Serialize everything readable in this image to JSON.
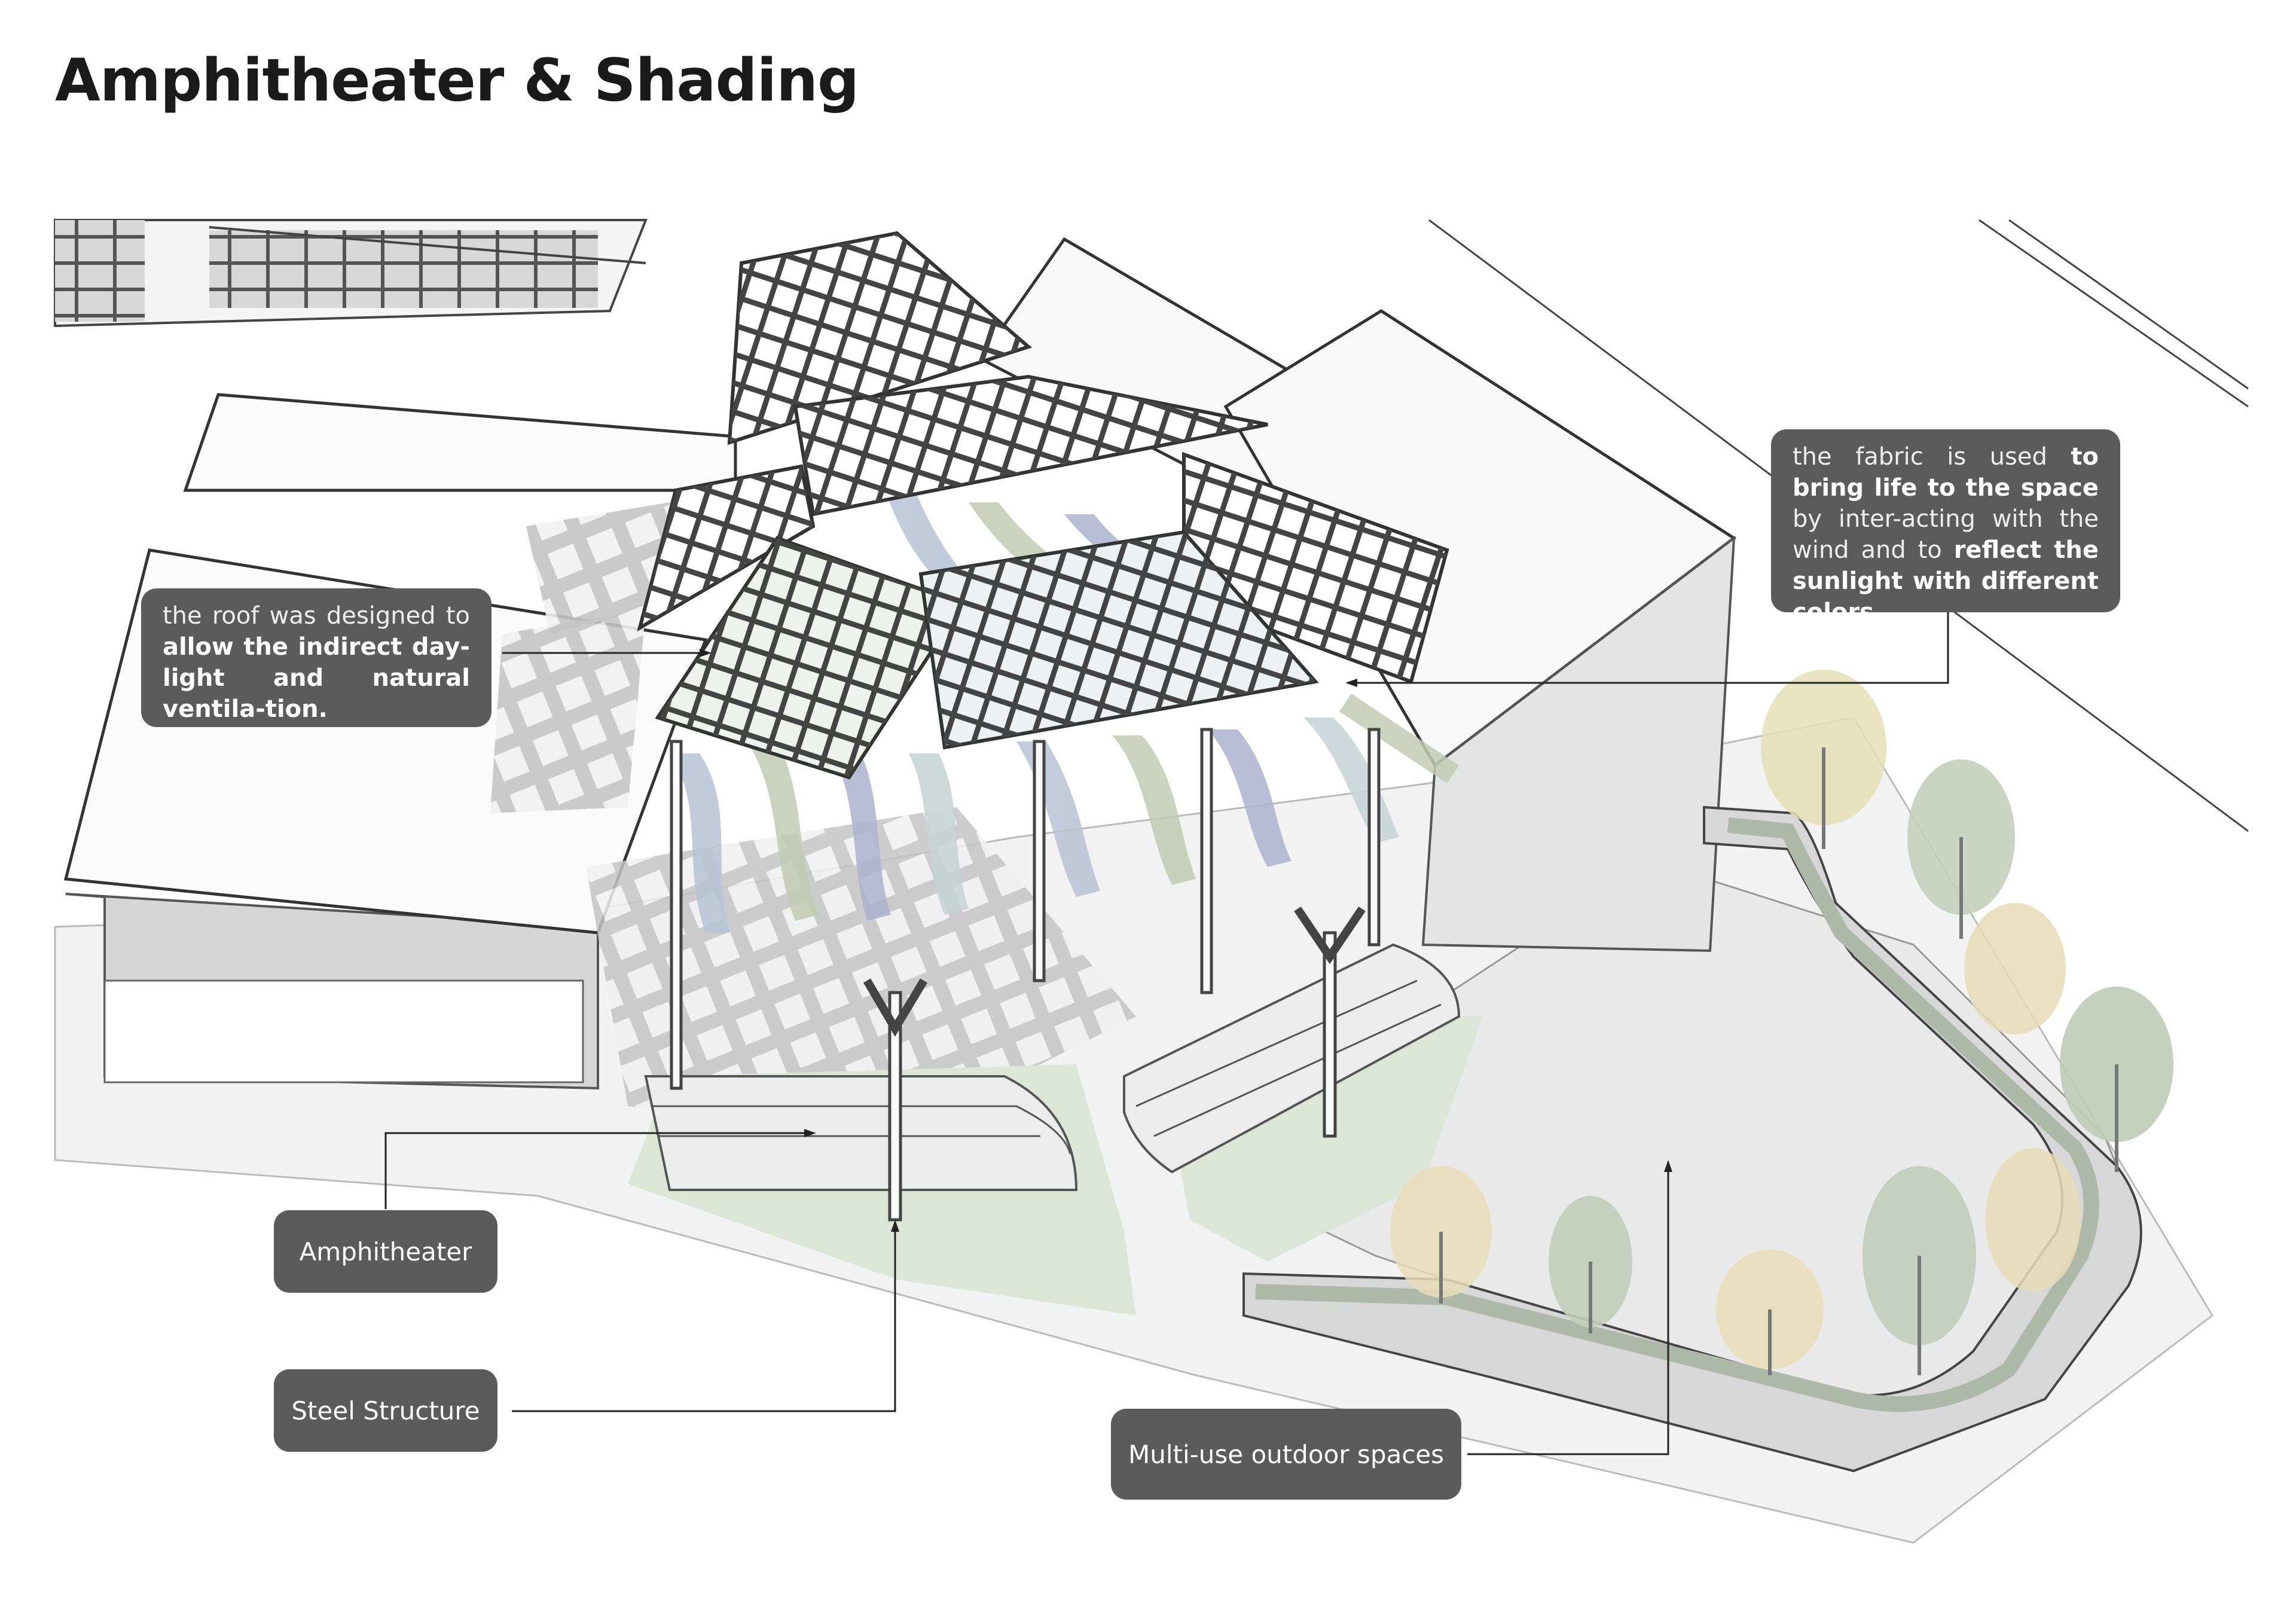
{
  "title": "Amphitheater & Shading",
  "callouts": {
    "roof": {
      "text_1": "the roof was designed to",
      "text_2": "allow the indirect day-light and natural ventila-tion."
    },
    "fabric": {
      "text_1": "the fabric is used",
      "text_2": "to bring life to the space",
      "text_3": "by inter-acting with the wind and to",
      "text_4": "reflect the sunlight with different colors."
    },
    "amphitheater": "Amphitheater",
    "steel_structure": "Steel Structure",
    "outdoor_spaces": "Multi-use outdoor spaces"
  },
  "colors": {
    "callout_bg": "#5b5b5b",
    "callout_text": "#ffffff",
    "title": "#1a1a1a",
    "lawn": "#dde6d6",
    "concrete": "#e9e9e9",
    "shadow": "#bdbdbd",
    "line": "#333333"
  }
}
